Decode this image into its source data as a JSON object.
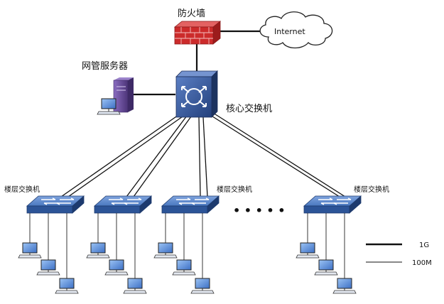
{
  "labels": {
    "firewall": "防火墙",
    "internet": "Internet",
    "mgmt_server": "网管服务器",
    "core_switch": "核心交换机",
    "floor_switch_1": "楼层交换机",
    "floor_switch_3": "楼层交换机",
    "floor_switch_4": "楼层交换机",
    "ellipsis": "• • • • •"
  },
  "legend": {
    "items": [
      {
        "label": "1G",
        "style": "thick"
      },
      {
        "label": "100M",
        "style": "thin"
      }
    ]
  },
  "colors": {
    "firewall_red": "#cc2b2b",
    "core_blue": "#2f4f8f",
    "switch_blue": "#3f6fb3",
    "server_purple": "#6b4a9c",
    "pc_screen": "#4a7fd0"
  }
}
